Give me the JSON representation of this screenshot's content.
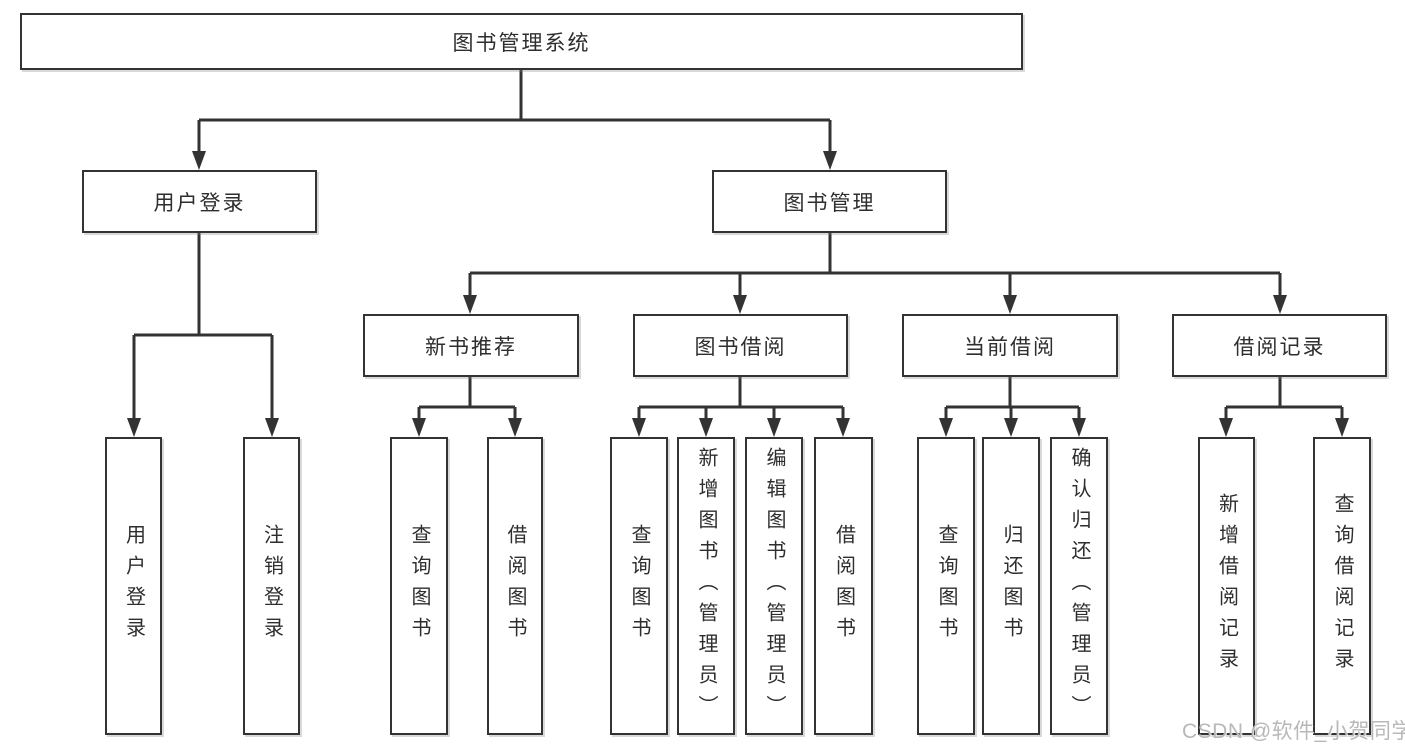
{
  "tree": {
    "label": "图书管理系统",
    "children": [
      {
        "label": "用户登录",
        "children": [
          {
            "label": "用户登录"
          },
          {
            "label": "注销登录"
          }
        ]
      },
      {
        "label": "图书管理",
        "children": [
          {
            "label": "新书推荐",
            "children": [
              {
                "label": "查询图书"
              },
              {
                "label": "借阅图书"
              }
            ]
          },
          {
            "label": "图书借阅",
            "children": [
              {
                "label": "查询图书"
              },
              {
                "label": "新增图书（管理员）"
              },
              {
                "label": "编辑图书（管理员）"
              },
              {
                "label": "借阅图书"
              }
            ]
          },
          {
            "label": "当前借阅",
            "children": [
              {
                "label": "查询图书"
              },
              {
                "label": "归还图书"
              },
              {
                "label": "确认归还（管理员）"
              }
            ]
          },
          {
            "label": "借阅记录",
            "children": [
              {
                "label": "新增借阅记录"
              },
              {
                "label": "查询借阅记录"
              }
            ]
          }
        ]
      }
    ]
  },
  "watermark": {
    "text": "CSDN @软件_小贺同学"
  },
  "colors": {
    "line": "#333333",
    "box_border": "#333333",
    "text": "#2e2e2e",
    "watermark": "#b8b8b8",
    "background": "#ffffff"
  }
}
